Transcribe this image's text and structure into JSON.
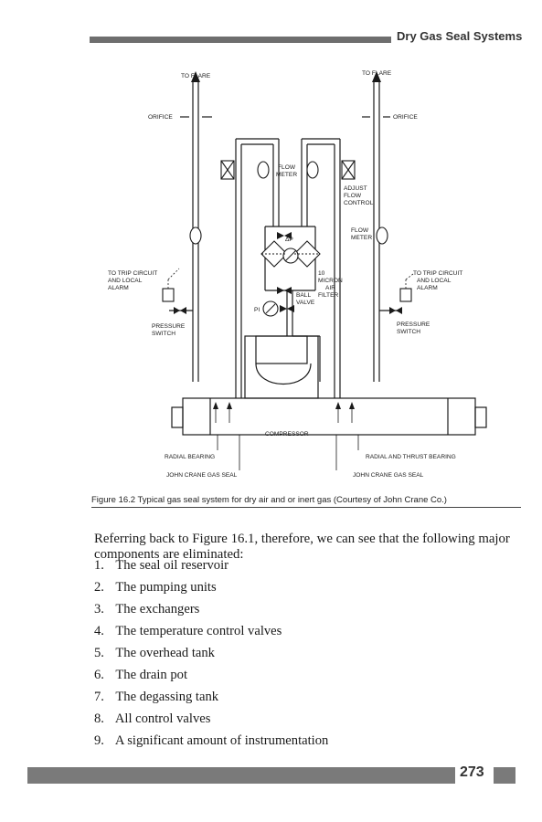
{
  "header": {
    "title": "Dry Gas Seal Systems"
  },
  "figure": {
    "labels": {
      "to_flare_left": "TO FLARE",
      "to_flare_right": "TO FLARE",
      "orifice_left": "ORIFICE",
      "orifice_right": "ORIFICE",
      "flow_meter_center_1": "FLOW",
      "flow_meter_center_2": "METER",
      "adjust_flow_control_1": "ADJUST",
      "adjust_flow_control_2": "FLOW",
      "adjust_flow_control_3": "CONTROL",
      "flow_meter_right_1": "FLOW",
      "flow_meter_right_2": "METER",
      "delta_p": "ΔP",
      "micron_filter_1": "10",
      "micron_filter_2": "MICRON",
      "micron_filter_3": "AIR",
      "micron_filter_4": "FILTER",
      "ball_valve_1": "BALL",
      "ball_valve_2": "VALVE",
      "pi": "PI",
      "trip_left_1": "TO TRIP CIRCUIT",
      "trip_left_2": "AND LOCAL",
      "trip_left_3": "ALARM",
      "trip_right_1": "TO TRIP CIRCUIT",
      "trip_right_2": "AND LOCAL",
      "trip_right_3": "ALARM",
      "pressure_switch_left_1": "PRESSURE",
      "pressure_switch_left_2": "SWITCH",
      "pressure_switch_right_1": "PRESSURE",
      "pressure_switch_right_2": "SWITCH",
      "compressor": "COMPRESSOR",
      "radial_bearing": "RADIAL BEARING",
      "radial_thrust_bearing": "RADIAL AND THRUST BEARING",
      "seal_left": "JOHN CRANE GAS SEAL",
      "seal_right": "JOHN CRANE GAS SEAL"
    },
    "caption": "Figure 16.2 Typical gas seal system for dry air and or inert gas (Courtesy of John Crane Co.)"
  },
  "body": {
    "intro": "Referring back to Figure 16.1, therefore, we can see that the following major components are eliminated:",
    "items": [
      {
        "num": "1.",
        "text": "The seal oil reservoir"
      },
      {
        "num": "2.",
        "text": "The pumping units"
      },
      {
        "num": "3.",
        "text": "The exchangers"
      },
      {
        "num": "4.",
        "text": "The temperature control valves"
      },
      {
        "num": "5.",
        "text": "The overhead tank"
      },
      {
        "num": "6.",
        "text": "The drain pot"
      },
      {
        "num": "7.",
        "text": "The degassing tank"
      },
      {
        "num": "8.",
        "text": "All control valves"
      },
      {
        "num": "9.",
        "text": "A significant amount of instrumentation"
      }
    ]
  },
  "footer": {
    "page_number": "273"
  }
}
